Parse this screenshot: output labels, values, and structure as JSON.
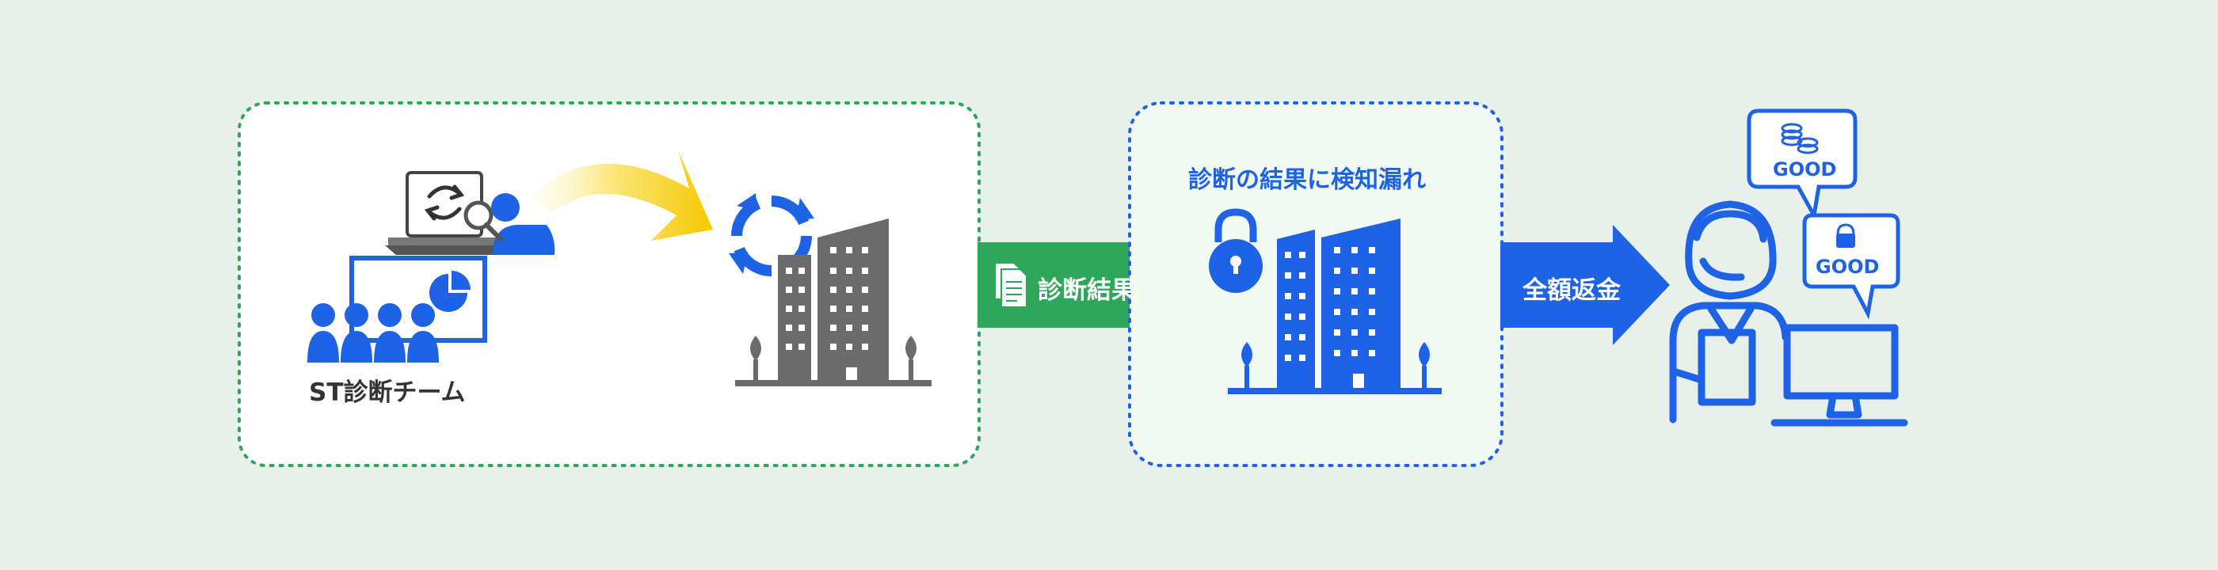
{
  "diagram": {
    "team_label": "ST診断チーム",
    "result_arrow_label": "診断結果",
    "leak_label": "診断の結果に検知漏れ",
    "refund_arrow_label": "全額返金",
    "bubble_1_text": "GOOD",
    "bubble_2_text": "GOOD"
  },
  "icons": [
    "laptop-icon",
    "refresh-icon",
    "magnifier-icon",
    "audience-icon",
    "pie-chart-icon",
    "curved-arrow-icon",
    "sync-cycle-icon",
    "building-icon",
    "tree-icon",
    "document-icon",
    "padlock-icon",
    "operator-icon",
    "coins-icon",
    "monitor-icon"
  ],
  "colors": {
    "background": "#e7f0ea",
    "accent_blue": "#1e63e6",
    "accent_green": "#2fa75b",
    "building_gray": "#6b6b6b",
    "highlight_yellow": "#f6d21c"
  }
}
